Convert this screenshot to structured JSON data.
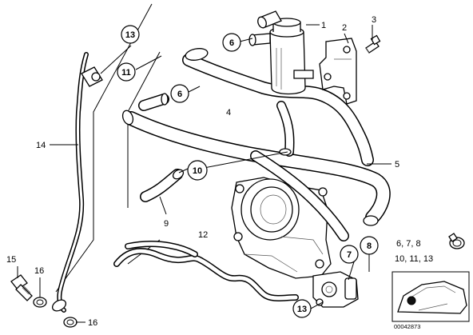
{
  "callouts": {
    "c1": "1",
    "c2": "2",
    "c3": "3",
    "c4": "4",
    "c5": "5",
    "c6a": "6",
    "c6b": "6",
    "c7": "7",
    "c8": "8",
    "c9": "9",
    "c10": "10",
    "c11": "11",
    "c12": "12",
    "c13a": "13",
    "c13b": "13",
    "c14": "14",
    "c15": "15",
    "c16a": "16",
    "c16b": "16"
  },
  "legend": {
    "line1": "6, 7, 8",
    "line2": "10, 11, 13"
  },
  "reference_number": "00042873"
}
